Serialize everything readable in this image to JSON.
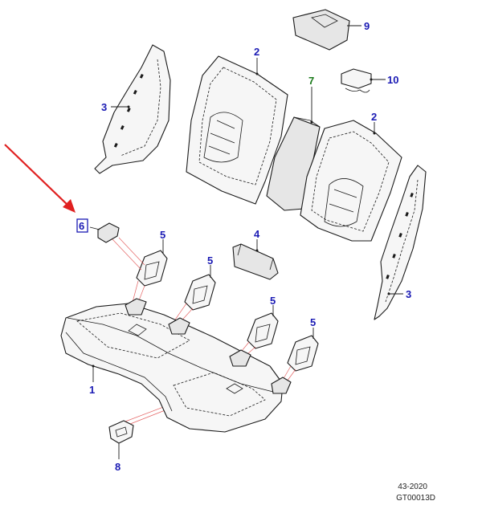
{
  "callouts": {
    "c1": "1",
    "c2a": "2",
    "c2b": "2",
    "c3a": "3",
    "c3b": "3",
    "c4": "4",
    "c5a": "5",
    "c5b": "5",
    "c5c": "5",
    "c5d": "5",
    "c6": "6",
    "c7": "7",
    "c8": "8",
    "c9": "9",
    "c10": "10"
  },
  "footer": {
    "ref_code": "43-2020",
    "drawing_code": "GT00013D"
  },
  "colors": {
    "callout_blue": "#1a1ab4",
    "callout_green": "#1a7a1a",
    "highlight_arrow": "#e02020",
    "leader_red": "#e04a4a",
    "line": "#1a1a1a"
  }
}
